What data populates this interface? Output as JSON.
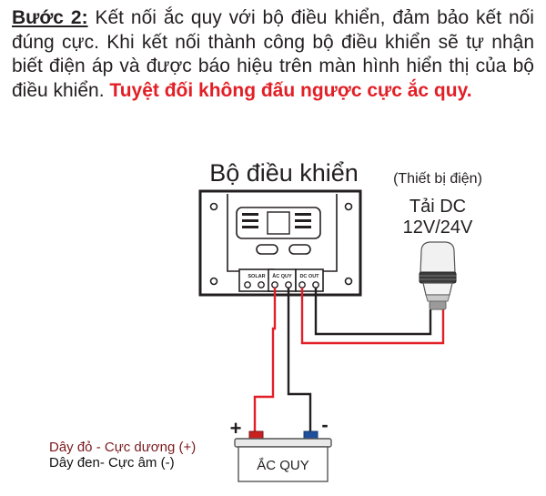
{
  "instruction": {
    "step_label": "Bước 2:",
    "body": "Kết nối ắc quy với bộ điều khiển, đảm bảo kết nối đúng cực. Khi kết nối thành công bộ điều khiển sẽ tự nhận biết điện áp và được báo hiệu trên màn hình hiển thị của bộ điều khiển.",
    "warning": "Tuyệt đối không đấu ngược cực ắc quy."
  },
  "controller": {
    "title": "Bộ điều khiển",
    "terminals": {
      "solar": "SOLAR",
      "battery": "ẮC QUY",
      "dc_out": "DC OUT"
    }
  },
  "load": {
    "caption": "(Thiết bị điện)",
    "name": "Tải DC",
    "voltage": "12V/24V"
  },
  "battery": {
    "label": "ẮC QUY",
    "plus_sign": "+",
    "minus_sign": "-"
  },
  "legend": {
    "red_wire": "Dây đỏ - Cực dương (+)",
    "black_wire": "Dây đen- Cực âm (-)"
  },
  "colors": {
    "warning_red": "#e21f26",
    "wire_red": "#e21f26",
    "wire_black": "#231f20",
    "legend_red": "#7a1a1d"
  }
}
